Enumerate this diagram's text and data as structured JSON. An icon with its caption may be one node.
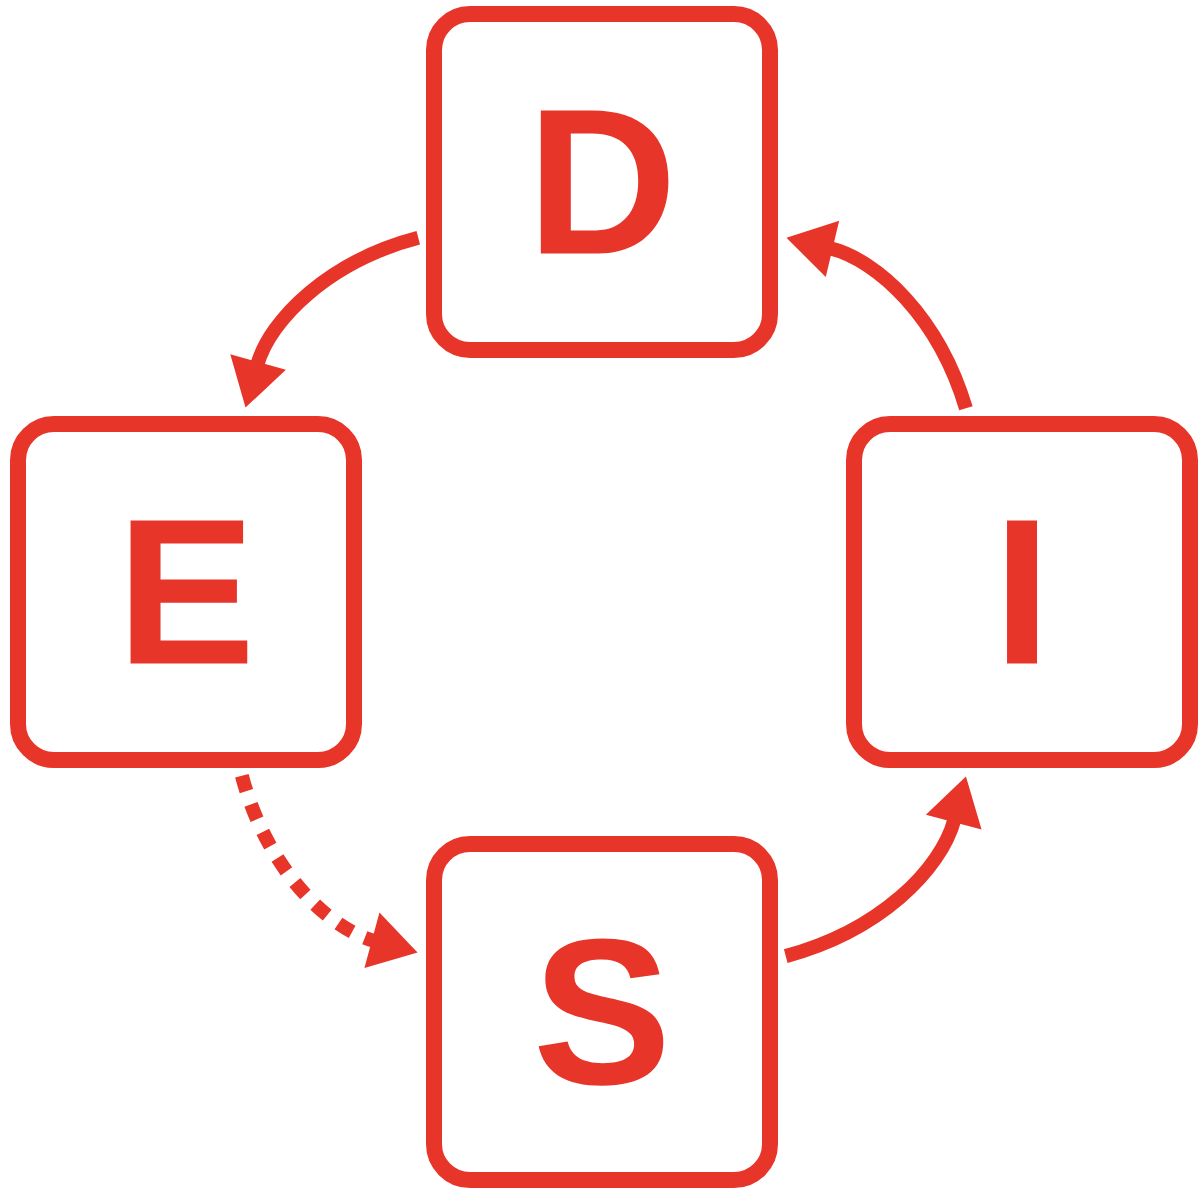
{
  "diagram": {
    "nodes": [
      {
        "text": [
          "D"
        ]
      },
      {
        "text": [
          "E"
        ]
      },
      {
        "text": [
          "I"
        ]
      },
      {
        "text": [
          "S"
        ]
      }
    ],
    "edges": [
      {
        "from": 0,
        "to": 1,
        "arrow": "to"
      },
      {
        "from": 1,
        "to": 3,
        "arrow": "to",
        "style": "dashed"
      },
      {
        "from": 3,
        "to": 2,
        "arrow": "to"
      },
      {
        "from": 2,
        "to": 0,
        "arrow": "to"
      }
    ]
  }
}
